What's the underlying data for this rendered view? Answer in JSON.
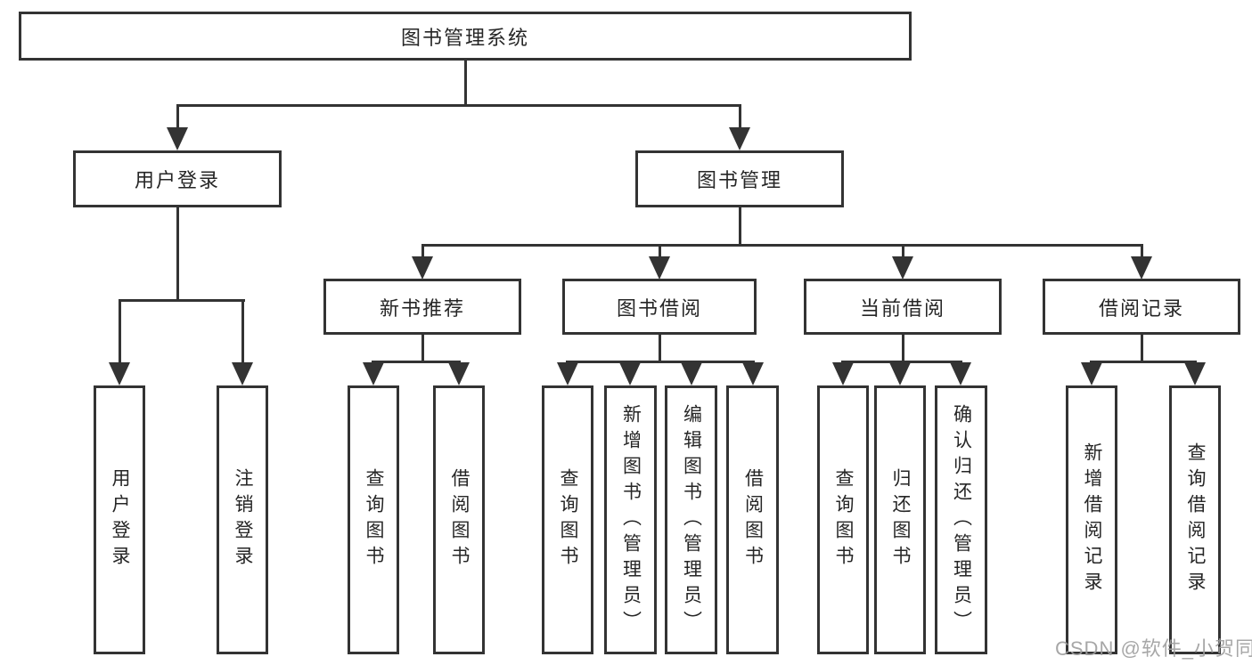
{
  "diagram": {
    "title": "图书管理系统",
    "branches": [
      {
        "label": "用户登录",
        "leaves": [
          "用户登录",
          "注销登录"
        ]
      },
      {
        "label": "图书管理",
        "groups": [
          {
            "label": "新书推荐",
            "leaves": [
              "查询图书",
              "借阅图书"
            ]
          },
          {
            "label": "图书借阅",
            "leaves": [
              "查询图书",
              "新增图书（管理员）",
              "编辑图书（管理员）",
              "借阅图书"
            ]
          },
          {
            "label": "当前借阅",
            "leaves": [
              "查询图书",
              "归还图书",
              "确认归还（管理员）"
            ]
          },
          {
            "label": "借阅记录",
            "leaves": [
              "新增借阅记录",
              "查询借阅记录"
            ]
          }
        ]
      }
    ]
  },
  "colors": {
    "line": "#333333",
    "text": "#262626",
    "watermark": "#9e9e9e",
    "background": "#ffffff"
  },
  "watermark": "CSDN @软件_小贺同学"
}
